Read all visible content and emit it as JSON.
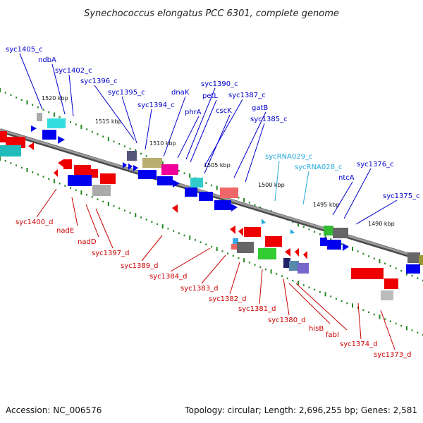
{
  "title": "Synechococcus elongatus PCC 6301, complete genome",
  "footer": {
    "accession": "Accession: NC_006576",
    "summary": "Topology: circular; Length: 2,696,255 bp; Genes: 2,581"
  },
  "colors": {
    "forward_label": "#0000cc",
    "reverse_label": "#cc0000",
    "rna_label": "#22aadd",
    "backbone": "#808080",
    "tick": "#228822"
  },
  "kbp_labels": [
    "1520 kbp",
    "1515 kbp",
    "1510 kbp",
    "1505 kbp",
    "1500 kbp",
    "1495 kbp",
    "1490 kbp"
  ],
  "genes_forward": [
    "syc1405_c",
    "ndbA",
    "syc1402_c",
    "syc1396_c",
    "syc1395_c",
    "syc1394_c",
    "dnaK",
    "phrA",
    "syc1390_c",
    "petL",
    "syc1387_c",
    "cscK",
    "gatB",
    "syc1385_c",
    "ntcA",
    "syc1376_c",
    "syc1375_c"
  ],
  "genes_rna": [
    "sycRNA029_c",
    "sycRNA028_c"
  ],
  "genes_reverse": [
    "syc1400_d",
    "nadE",
    "nadD",
    "syc1397_d",
    "syc1389_d",
    "syc1384_d",
    "syc1383_d",
    "syc1382_d",
    "syc1381_d",
    "syc1380_d",
    "hisB",
    "fabI",
    "syc1374_d",
    "syc1373_d"
  ]
}
